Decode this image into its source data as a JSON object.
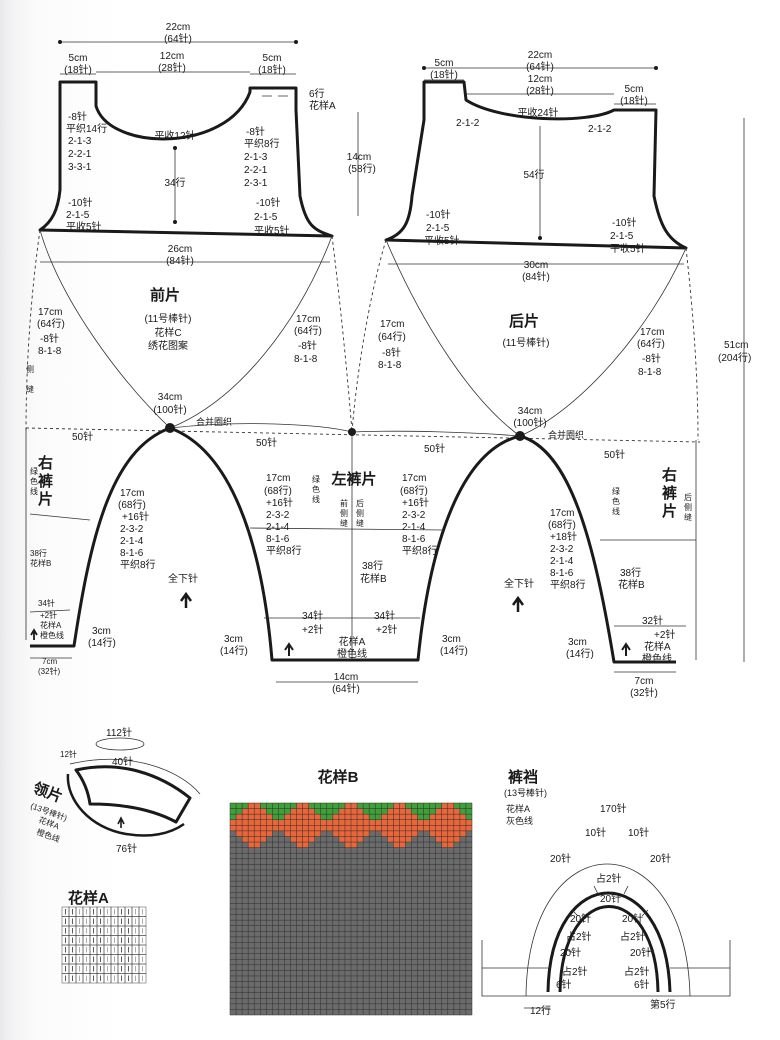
{
  "front": {
    "title": "前片",
    "needle": "(11号棒针)",
    "pattern": "花样C",
    "pattern_desc": "绣花图案",
    "width_top_cm": "22cm",
    "width_top_st": "(64针)",
    "neck_cm": "12cm",
    "neck_st": "(28针)",
    "shoulder_l_cm": "5cm",
    "shoulder_l_st": "(18针)",
    "shoulder_r_cm": "5cm",
    "shoulder_r_st": "(18针)",
    "edge_rows": "6行",
    "edge_pattern": "花样A",
    "neck_bottom": "平收12针",
    "neck_rows": "34行",
    "neck_left": [
      "-8针",
      "平织14行",
      "2-1-3",
      "2-2-1",
      "3-3-1"
    ],
    "neck_right": [
      "-8针",
      "平织8行",
      "2-1-3",
      "2-2-1",
      "2-3-1"
    ],
    "arm_left": [
      "-10针",
      "2-1-5",
      "平收5针"
    ],
    "arm_right": [
      "-10针",
      "2-1-5",
      "平收5针"
    ],
    "bottom_cm": "26cm",
    "bottom_st": "(84针)",
    "height_cm": "14cm",
    "height_rows": "(58行)",
    "side_l": [
      "17cm",
      "(64行)",
      "-8针",
      "8-1-8"
    ],
    "side_r": [
      "17cm",
      "(64行)",
      "-8针",
      "8-1-8"
    ],
    "side_seam": [
      "侧",
      "缝"
    ]
  },
  "back": {
    "title": "后片",
    "needle": "(11号棒针)",
    "width_top_cm": "22cm",
    "width_top_st": "(64针)",
    "neck_cm": "12cm",
    "neck_st": "(28针)",
    "shoulder_l_cm": "5cm",
    "shoulder_l_st": "(18针)",
    "shoulder_r_cm": "5cm",
    "shoulder_r_st": "(18针)",
    "neck_left": "2-1-2",
    "neck_right": "2-1-2",
    "neck_bottom": "平收24针",
    "rows": "54行",
    "arm_left": [
      "-10针",
      "2-1-5",
      "平收5针"
    ],
    "arm_right": [
      "-10针",
      "2-1-5",
      "平收5针"
    ],
    "bottom_cm": "30cm",
    "bottom_st": "(84针)",
    "side_l": [
      "17cm",
      "(64行)",
      "-8针",
      "8-1-8"
    ],
    "side_r": [
      "17cm",
      "(64行)",
      "-8针",
      "8-1-8"
    ],
    "total_cm": "51cm",
    "total_rows": "(204行)"
  },
  "legs": {
    "left_title": "左裤片",
    "right_title_a": [
      "右",
      "裤",
      "片"
    ],
    "right_title_b": [
      "右",
      "裤",
      "片"
    ],
    "waist_l_cm": "34cm",
    "waist_l_st": "(100针)",
    "waist_r_cm": "34cm",
    "waist_r_st": "(100针)",
    "join": "合并圈织",
    "st50": "50针",
    "crotch": [
      "17cm",
      "(68行)",
      "+16针",
      "2-3-2",
      "2-1-4",
      "8-1-6",
      "平织8行"
    ],
    "crotch_b": [
      "17cm",
      "(68行)",
      "+18针",
      "2-3-2",
      "2-1-4",
      "8-1-6",
      "平织8行"
    ],
    "green_line": [
      "绿",
      "色",
      "线"
    ],
    "green_line_h": "绿色线",
    "front_seam": [
      "前",
      "侧",
      "缝"
    ],
    "back_seam": [
      "后",
      "侧",
      "缝"
    ],
    "pat_b": [
      "38行",
      "花样B"
    ],
    "cuff_pat": [
      "花样A",
      "橙色线"
    ],
    "cuff_st": "34针",
    "cuff_inc": "+2针",
    "cuff_st_b": "32针",
    "cuff_cm": "3cm",
    "cuff_rows": "(14行)",
    "bottom_cm": "14cm",
    "bottom_st": "(64针)",
    "ankle_cm": "7cm",
    "ankle_st": "(32针)",
    "pick_up": "全下针"
  },
  "collar": {
    "title": "领片",
    "needle": "(13号棒针)",
    "pattern": "花样A",
    "color": "橙色线",
    "st112": "112针",
    "st40": "40针",
    "st12": "12针",
    "st76": "76针"
  },
  "pattern_b": {
    "title": "花样B",
    "cols": 40,
    "rows": 38,
    "colors": {
      "green": "#3fa03a",
      "orange": "#e8663a",
      "gray": "#6b6b6b",
      "grid": "#2e2e2e"
    }
  },
  "pattern_a": {
    "title": "花样A"
  },
  "gusset": {
    "title": "裤裆",
    "needle": "(13号棒针)",
    "pattern": "花样A",
    "color": "灰色线",
    "st170": "170针",
    "st10": "10针",
    "st20": "20针",
    "dec2": "占2针",
    "st6": "6针",
    "st12": "12行",
    "row5": "第5行"
  }
}
